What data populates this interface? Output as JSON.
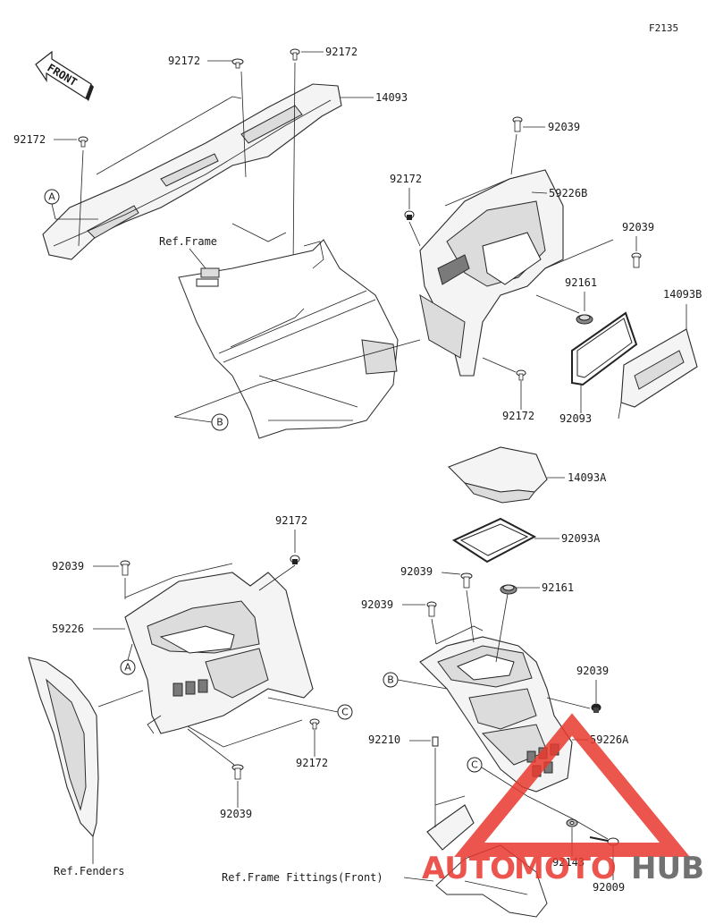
{
  "diagram_code": "F2135",
  "front_label": "FRONT",
  "callout_marks": {
    "a": "A",
    "b": "B",
    "c": "C"
  },
  "parts": {
    "p92172_top_left": "92172",
    "p92172_top_right": "92172",
    "p14093": "14093",
    "p92172_left": "92172",
    "p92039_top": "92039",
    "p92172_mid": "92172",
    "p59226B": "59226B",
    "p92039_right": "92039",
    "p92161_top": "92161",
    "p14093B": "14093B",
    "p92172_lower": "92172",
    "p92093": "92093",
    "p14093A": "14093A",
    "p92093A": "92093A",
    "p92172_bl": "92172",
    "p92039_bl": "92039",
    "p59226": "59226",
    "p92172_bc": "92172",
    "p92039_bc": "92039",
    "p92039_br1": "92039",
    "p92161_br": "92161",
    "p92039_br2": "92039",
    "p92039_br3": "92039",
    "p92210": "92210",
    "p59226A": "59226A",
    "p92143": "92143",
    "p92009": "92009"
  },
  "refs": {
    "frame": "Ref.Frame",
    "fenders": "Ref.Fenders",
    "frame_fittings": "Ref.Frame Fittings(Front)"
  },
  "watermark": {
    "part1": "AUTO",
    "part2": "MOTO",
    "part3": "HUB",
    "color_red": "#e8382e",
    "color_gray": "#5a5a5a"
  }
}
